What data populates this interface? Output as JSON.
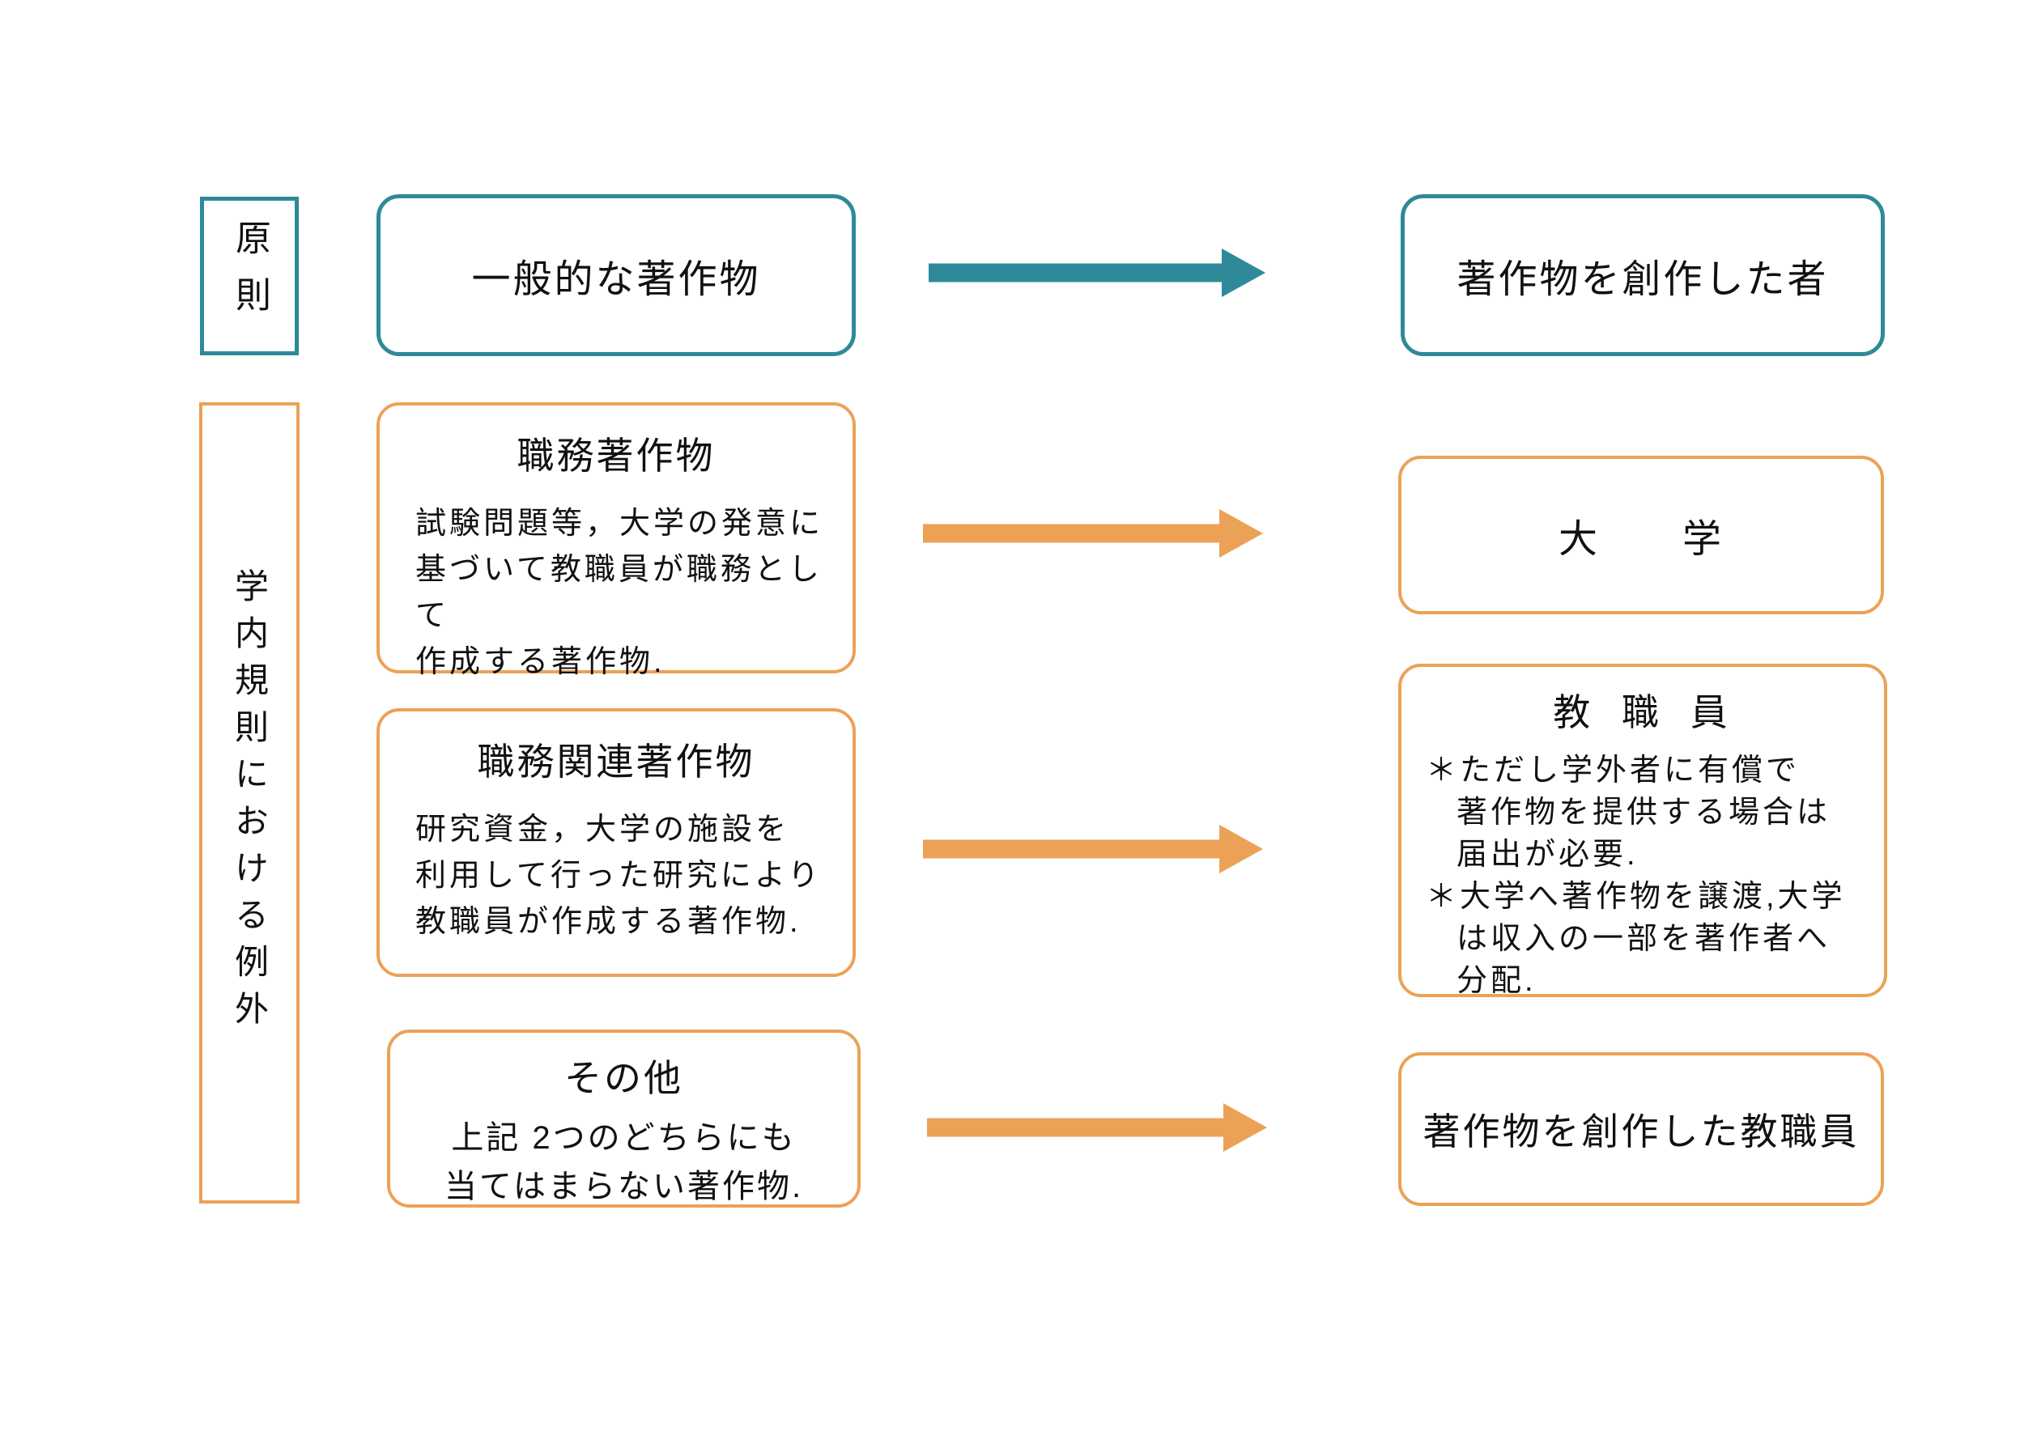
{
  "colors": {
    "teal": "#2E8A99",
    "orange": "#EBA257"
  },
  "principle": {
    "label": "原則",
    "source_box": "一般的な著作物",
    "result_box": "著作物を創作した者"
  },
  "exception": {
    "label": "学内規則における例外",
    "work_for_hire": {
      "title": "職務著作物",
      "body_line1": "試験問題等，大学の発意に",
      "body_line2": "基づいて教職員が職務として",
      "body_line3": "作成する著作物.",
      "result": {
        "title": "大　　学"
      }
    },
    "work_related": {
      "title": "職務関連著作物",
      "body_line1": "研究資金，大学の施設を",
      "body_line2": "利用して行った研究により",
      "body_line3": "教職員が作成する著作物.",
      "result": {
        "title": "教 職 員",
        "note1_line1": "＊ただし学外者に有償で",
        "note1_line2": "著作物を提供する場合は",
        "note1_line3": "届出が必要.",
        "note2_line1": "＊大学へ著作物を譲渡,大学",
        "note2_line2": "は収入の一部を著作者へ",
        "note2_line3": "分配."
      }
    },
    "other": {
      "title": "その他",
      "body_line1": "上記 2つのどちらにも",
      "body_line2": "当てはまらない著作物.",
      "result": {
        "title": "著作物を創作した教職員"
      }
    }
  }
}
